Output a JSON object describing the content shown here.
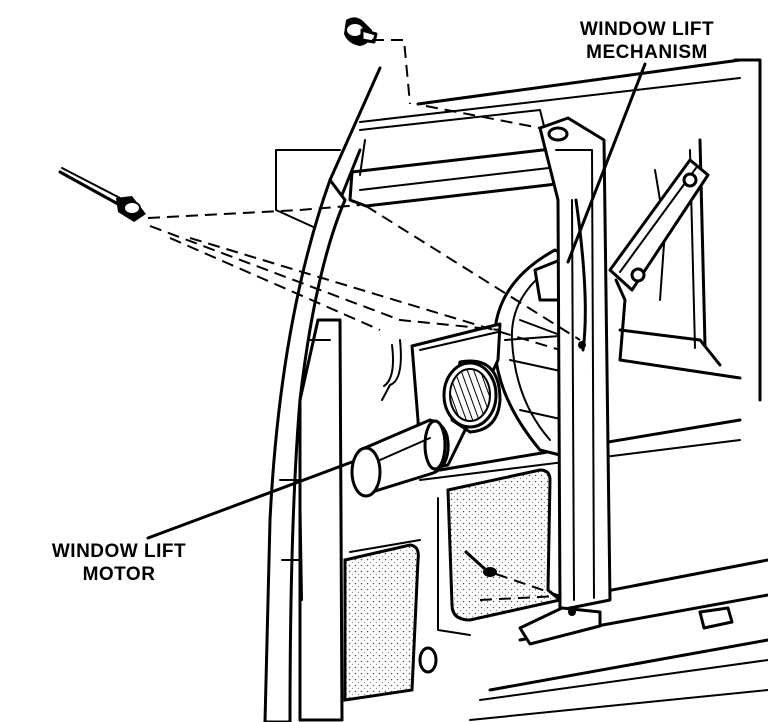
{
  "labels": {
    "mechanism": [
      "WINDOW LIFT",
      "MECHANISM"
    ],
    "motor": [
      "WINDOW LIFT",
      "MOTOR"
    ]
  }
}
